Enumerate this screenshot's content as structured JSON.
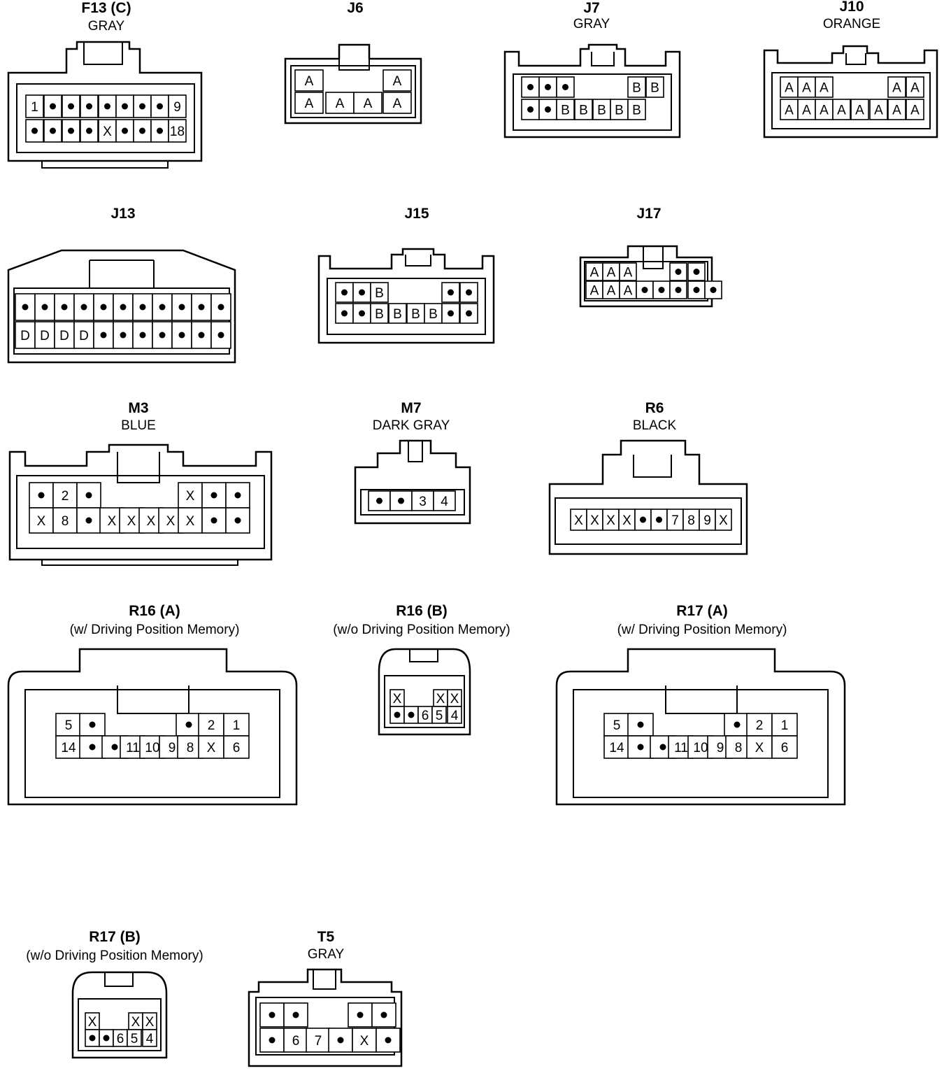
{
  "connectors": [
    {
      "id": "F13",
      "name": "F13 (C)",
      "subtitle": "GRAY",
      "rows": [
        [
          "1",
          "*",
          "*",
          "*",
          "*",
          "*",
          "*",
          "*",
          "9"
        ],
        [
          "*",
          "*",
          "*",
          "*",
          "X",
          "*",
          "*",
          "*",
          "18"
        ]
      ]
    },
    {
      "id": "J6",
      "name": "J6",
      "subtitle": "",
      "rows": [
        [
          "A",
          "",
          "",
          "A"
        ],
        [
          "A",
          "A",
          "A",
          "A"
        ]
      ]
    },
    {
      "id": "J7",
      "name": "J7",
      "subtitle": "GRAY",
      "rows": [
        [
          "*",
          "*",
          "*",
          "",
          "",
          "B",
          "B"
        ],
        [
          "*",
          "*",
          "B",
          "B",
          "B",
          "B",
          "B"
        ]
      ]
    },
    {
      "id": "J10",
      "name": "J10",
      "subtitle": "ORANGE",
      "rows": [
        [
          "A",
          "A",
          "A",
          "",
          "",
          "A",
          "A"
        ],
        [
          "A",
          "A",
          "A",
          "A",
          "A",
          "A",
          "A",
          "A"
        ]
      ]
    },
    {
      "id": "J13",
      "name": "J13",
      "subtitle": "",
      "rows": [
        [
          "*",
          "*",
          "*",
          "*",
          "*",
          "*",
          "*",
          "*",
          "*",
          "*",
          "*"
        ],
        [
          "D",
          "D",
          "D",
          "D",
          "*",
          "*",
          "*",
          "*",
          "*",
          "*",
          "*"
        ]
      ]
    },
    {
      "id": "J15",
      "name": "J15",
      "subtitle": "",
      "rows": [
        [
          "*",
          "*",
          "B",
          "",
          "",
          "",
          "",
          "*",
          "*"
        ],
        [
          "*",
          "*",
          "B",
          "B",
          "B",
          "B",
          "*",
          "*"
        ]
      ]
    },
    {
      "id": "J17",
      "name": "J17",
      "subtitle": "",
      "rows": [
        [
          "A",
          "A",
          "A",
          "",
          "",
          "",
          "*",
          "*"
        ],
        [
          "A",
          "A",
          "A",
          "*",
          "*",
          "*",
          "*",
          "*"
        ]
      ]
    },
    {
      "id": "M3",
      "name": "M3",
      "subtitle": "BLUE",
      "rows": [
        [
          "*",
          "2",
          "*",
          "",
          "",
          "",
          "",
          "X",
          "*",
          "*"
        ],
        [
          "X",
          "8",
          "*",
          "X",
          "X",
          "X",
          "X",
          "X",
          "*",
          "*"
        ]
      ]
    },
    {
      "id": "M7",
      "name": "M7",
      "subtitle": "DARK GRAY",
      "rows": [
        [
          "*",
          "*",
          "3",
          "4"
        ]
      ]
    },
    {
      "id": "R6",
      "name": "R6",
      "subtitle": "BLACK",
      "rows": [
        [
          "X",
          "X",
          "X",
          "X",
          "*",
          "*",
          "7",
          "8",
          "9",
          "X"
        ]
      ]
    },
    {
      "id": "R16A",
      "name": "R16 (A)",
      "subtitle": "(w/ Driving Position Memory)",
      "rows": [
        [
          "5",
          "*",
          "",
          "",
          "",
          "*",
          "2",
          "1"
        ],
        [
          "14",
          "*",
          "*",
          "11",
          "10",
          "9",
          "8",
          "X",
          "6"
        ]
      ]
    },
    {
      "id": "R16B",
      "name": "R16 (B)",
      "subtitle": "(w/o Driving Position Memory)",
      "rows": [
        [
          "X",
          "",
          "X",
          "X"
        ],
        [
          "*",
          "*",
          "6",
          "5",
          "4"
        ]
      ]
    },
    {
      "id": "R17A",
      "name": "R17 (A)",
      "subtitle": "(w/ Driving Position Memory)",
      "rows": [
        [
          "5",
          "*",
          "",
          "",
          "",
          "*",
          "2",
          "1"
        ],
        [
          "14",
          "*",
          "*",
          "11",
          "10",
          "9",
          "8",
          "X",
          "6"
        ]
      ]
    },
    {
      "id": "R17B",
      "name": "R17 (B)",
      "subtitle": "(w/o Driving Position Memory)",
      "rows": [
        [
          "X",
          "",
          "X",
          "X"
        ],
        [
          "*",
          "*",
          "6",
          "5",
          "4"
        ]
      ]
    },
    {
      "id": "T5",
      "name": "T5",
      "subtitle": "GRAY",
      "rows": [
        [
          "*",
          "*",
          "",
          "*",
          "*"
        ],
        [
          "*",
          "6",
          "7",
          "*",
          "X",
          "*"
        ]
      ]
    }
  ]
}
